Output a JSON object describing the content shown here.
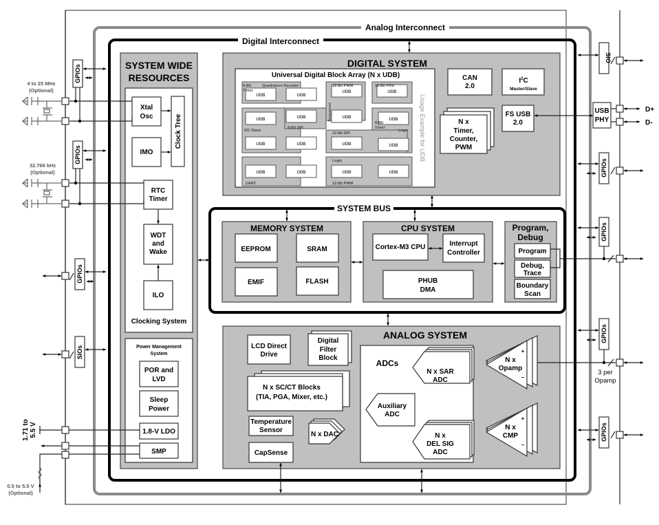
{
  "interconnects": {
    "analog": "Analog Interconnect",
    "digital": "Digital Interconnect",
    "system_bus": "SYSTEM BUS"
  },
  "system_wide": {
    "title_line1": "SYSTEM WIDE",
    "title_line2": "RESOURCES",
    "clocking": {
      "label": "Clocking System",
      "xtal_osc": [
        "Xtal",
        "Osc"
      ],
      "imo": "IMO",
      "clock_tree": "Clock Tree",
      "rtc_timer": [
        "RTC",
        "Timer"
      ],
      "wdt": [
        "WDT",
        "and",
        "Wake"
      ],
      "ilo": "ILO"
    },
    "power": {
      "label": [
        "Power Management",
        "System"
      ],
      "por": [
        "POR and",
        "LVD"
      ],
      "sleep": [
        "Sleep",
        "Power"
      ],
      "ldo": "1.8-V LDO",
      "smp": "SMP"
    }
  },
  "digital_system": {
    "title": "DIGITAL SYSTEM",
    "udb_array": {
      "title": "Universal Digital Block Array (N x UDB)",
      "usage_note": "Usage Example for UDB",
      "udb_label": "UDB",
      "groups": [
        "8-Bit",
        "Timer",
        "Quadrature Decoder",
        "16-Bit PWM",
        "16-Bit PRS",
        "Sequencer",
        "I2C Slave",
        "8-Bit SPI",
        "12-Bit SPI",
        "8-Bit",
        "Timer",
        "Logic",
        "Logic",
        "UART",
        "12-Bit PWM"
      ]
    },
    "can": [
      "CAN",
      "2.0"
    ],
    "i2c": [
      "I",
      "2",
      "C",
      "Master/Slave"
    ],
    "timers": [
      "N x",
      "Timer,",
      "Counter,",
      "PWM"
    ],
    "fsusb": [
      "FS USB",
      "2.0"
    ]
  },
  "memory_system": {
    "title": "MEMORY SYSTEM",
    "items": [
      "EEPROM",
      "SRAM",
      "EMIF",
      "FLASH"
    ]
  },
  "cpu_system": {
    "title": "CPU SYSTEM",
    "cpu": "Cortex-M3 CPU",
    "interrupt": [
      "Interrupt",
      "Controller"
    ],
    "phub": [
      "PHUB",
      "DMA"
    ]
  },
  "program_debug": {
    "title": [
      "Program,",
      "Debug"
    ],
    "program": "Program",
    "debug": [
      "Debug,",
      "Trace"
    ],
    "boundary": [
      "Boundary",
      "Scan"
    ]
  },
  "analog_system": {
    "title": "ANALOG SYSTEM",
    "lcd": [
      "LCD Direct",
      "Drive"
    ],
    "dfb": [
      "Digital",
      "Filter",
      "Block"
    ],
    "scct": [
      "N x SC/CT Blocks",
      "(TIA, PGA, Mixer, etc.)"
    ],
    "temp": [
      "Temperature",
      "Sensor"
    ],
    "capsense": "CapSense",
    "dac": "N x DAC",
    "adcs": {
      "title": "ADCs",
      "sar": [
        "N x SAR",
        "ADC"
      ],
      "aux": [
        "Auxiliary",
        "ADC"
      ],
      "delsig": [
        "N x",
        "DEL SIG",
        "ADC"
      ]
    },
    "opamp": [
      "N x",
      "Opamp"
    ],
    "cmp": [
      "N x",
      "CMP"
    ],
    "plus": "+",
    "minus": "–"
  },
  "io": {
    "gpios": "GPIOs",
    "sios": "SIOs",
    "sio": "SIO",
    "usb_phy": [
      "USB",
      "PHY"
    ],
    "dplus": "D+",
    "dminus": "D-",
    "per_opamp": [
      "3 per",
      "Opamp"
    ],
    "xtal_fast": [
      "4 to 25 MHz",
      "(Optional)"
    ],
    "xtal_slow": [
      "32.768 kHz",
      "(Optional)"
    ],
    "vdd": [
      "1.71 to",
      "5.5 V"
    ],
    "vboost": [
      "0.5 to 5.5 V",
      "(Optional)"
    ]
  }
}
